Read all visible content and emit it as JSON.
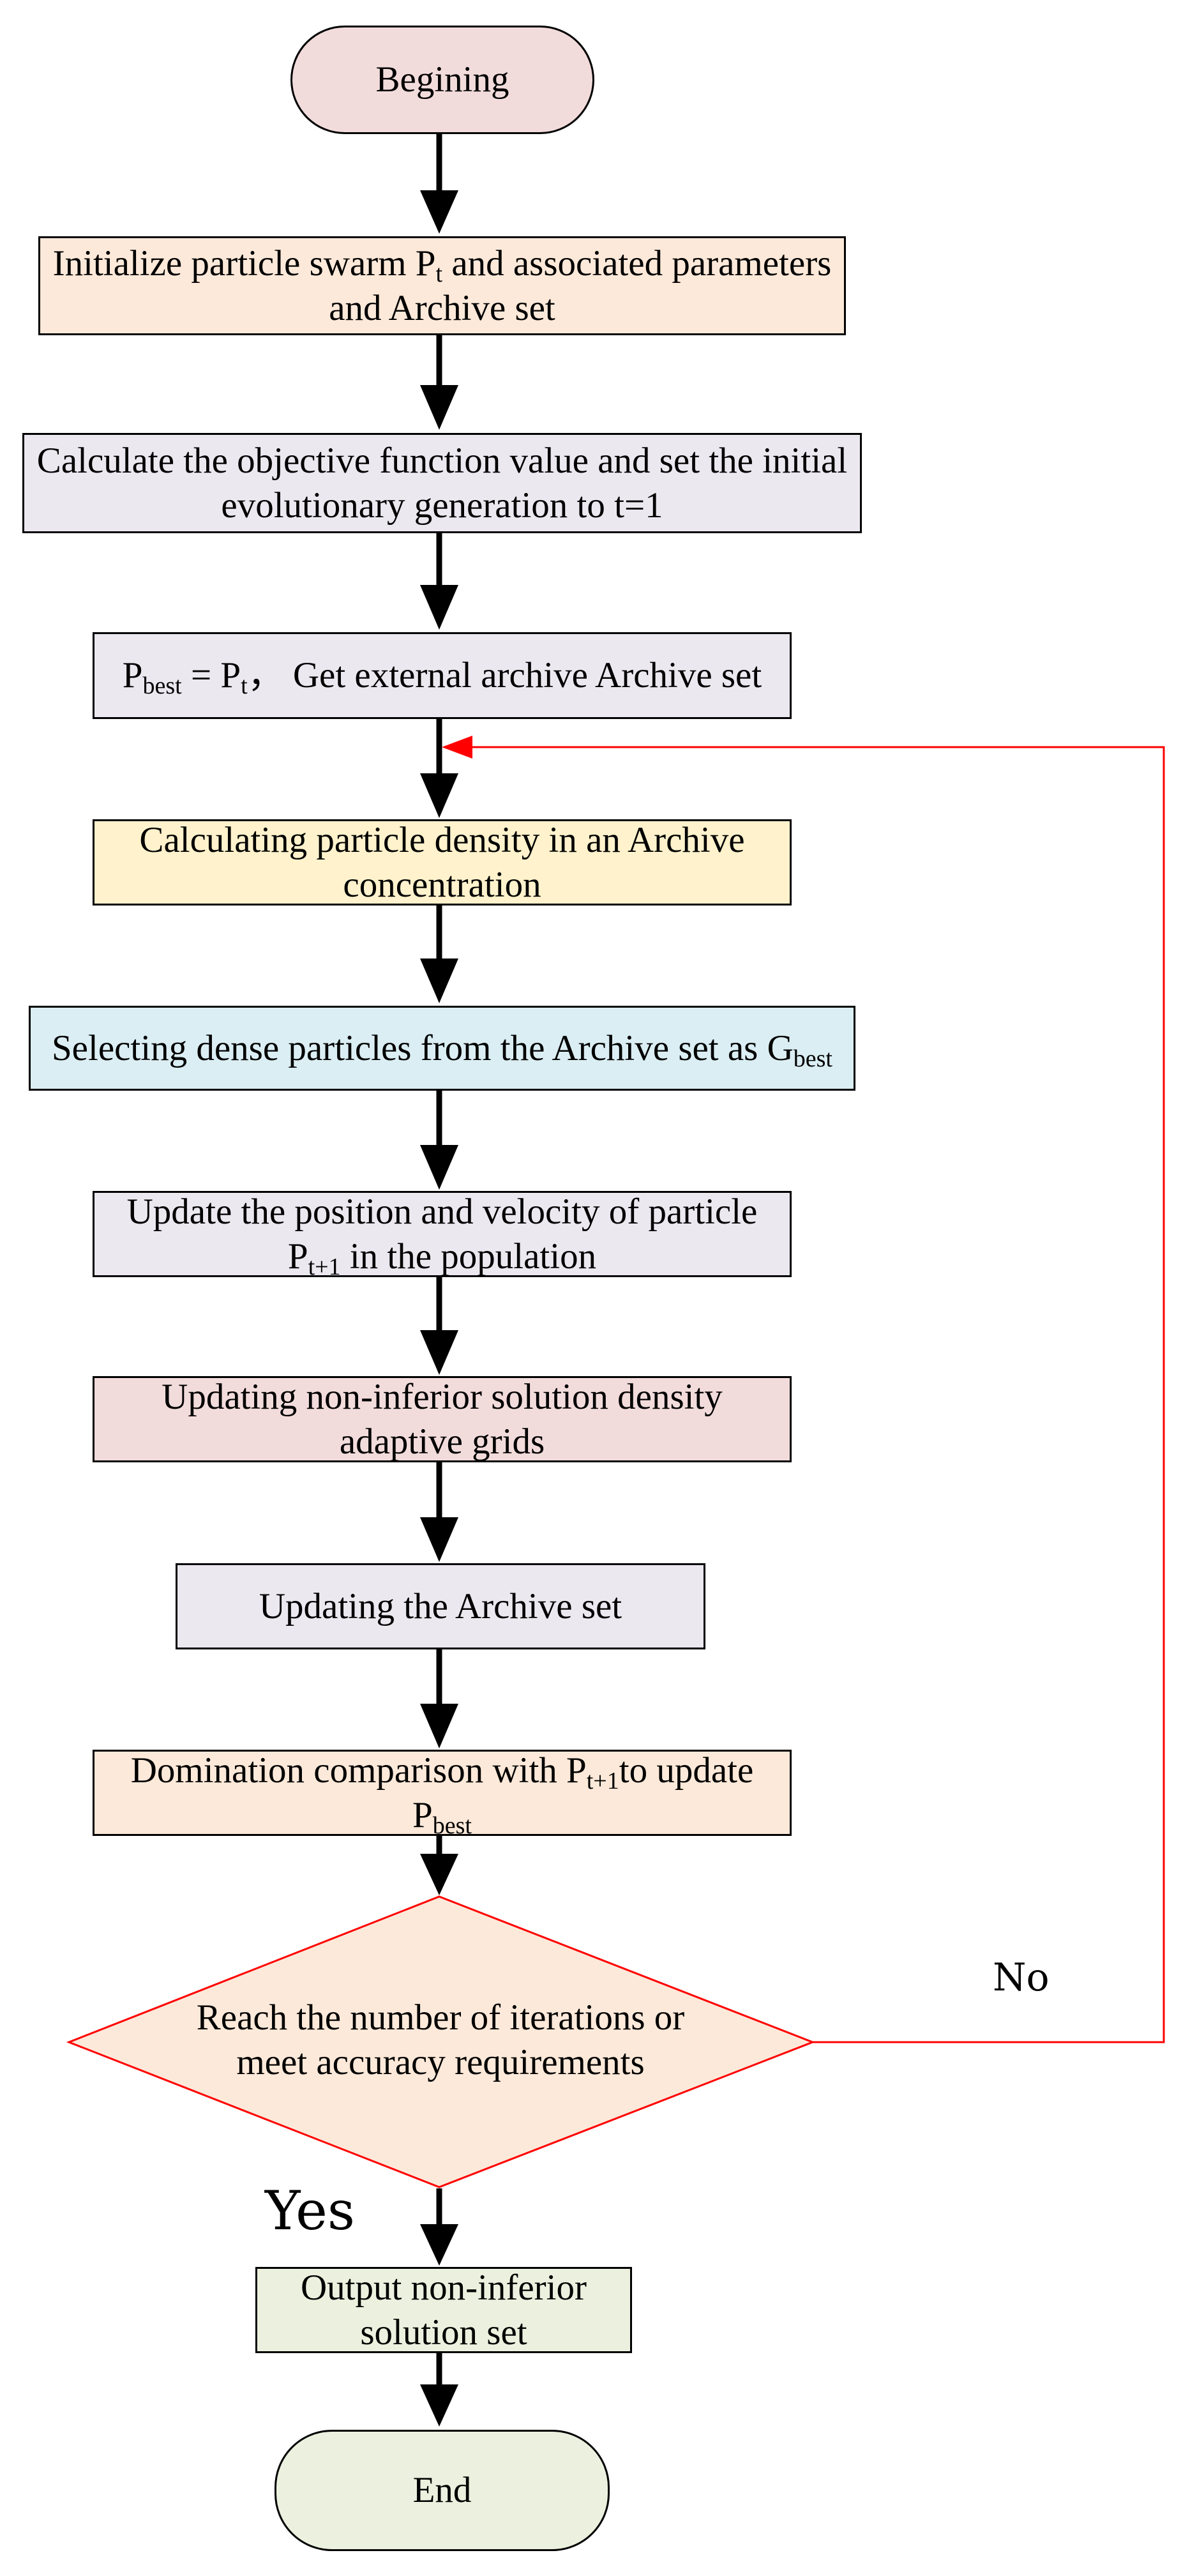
{
  "colors": {
    "beginning_fill": "#f2dcdb",
    "init_fill": "#fde9d9",
    "gray_fill": "#ebe8f0",
    "yellow_fill": "#fff2cc",
    "blue_fill": "#daeef3",
    "pink_fill": "#f2dcdb",
    "peach_fill": "#fde9d9",
    "green_fill": "#ebf1de",
    "arrow": "#000000",
    "loop_line": "#ff0000",
    "diamond_stroke": "#ff0000"
  },
  "nodes": {
    "start": {
      "text": "Begining"
    },
    "init": {
      "pre": "Initialize particle swarm P",
      "sub": "t",
      "post": " and associated parameters and Archive set"
    },
    "calc": {
      "text": "Calculate the objective function value and set the initial evolutionary generation to t=1"
    },
    "pbest": {
      "p1": "P",
      "s1": "best",
      "mid": " = P",
      "s2": "t",
      "post": "， Get external archive Archive set"
    },
    "density": {
      "text": "Calculating particle density in an Archive concentration"
    },
    "gbest": {
      "pre": "Selecting dense particles from the Archive set as G",
      "sub": "best"
    },
    "update_pos": {
      "pre": "Update the position and velocity of particle P",
      "sub": "t+1",
      "post": " in the population"
    },
    "update_grid": {
      "text": "Updating non-inferior solution density adaptive grids"
    },
    "update_archive": {
      "text": "Updating the Archive set"
    },
    "domination": {
      "pre": "Domination comparison with P",
      "sub": "t+1",
      "mid": "to update P",
      "sub2": "best"
    },
    "decision": {
      "text": "Reach the number of iterations or meet accuracy requirements"
    },
    "output": {
      "text": "Output non-inferior solution set"
    },
    "end": {
      "text": "End"
    }
  },
  "edges": {
    "no_label": "No",
    "yes_label": "Yes"
  }
}
